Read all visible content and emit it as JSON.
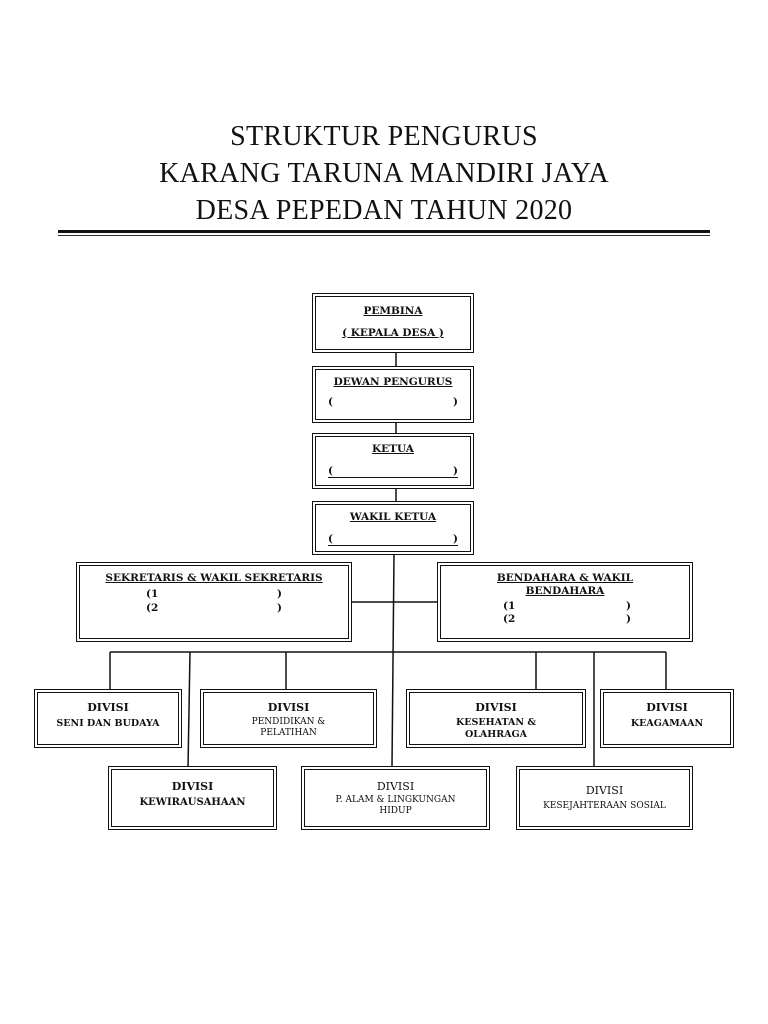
{
  "title": {
    "line1": "STRUKTUR PENGURUS",
    "line2": "KARANG TARUNA MANDIRI JAYA",
    "line3": "DESA PEPEDAN TAHUN 2020"
  },
  "nodes": {
    "pembina": {
      "label": "PEMBINA",
      "sub": "( KEPALA DESA )"
    },
    "dewan": {
      "label": "DEWAN PENGURUS",
      "open": "(",
      "close": ")"
    },
    "ketua": {
      "label": "KETUA",
      "open": "(",
      "close": ")"
    },
    "wakil_ketua": {
      "label": "WAKIL KETUA",
      "open": "(",
      "close": ")"
    },
    "sekretaris": {
      "label": "SEKRETARIS & WAKIL SEKRETARIS",
      "r1_open": "(1",
      "r1_close": ")",
      "r2_open": "(2",
      "r2_close": ")"
    },
    "bendahara": {
      "label1": "BENDAHARA & WAKIL",
      "label2": "BENDAHARA",
      "r1_open": "(1",
      "r1_close": ")",
      "r2_open": "(2",
      "r2_close": ")"
    },
    "div_seni": {
      "head": "DIVISI",
      "name": "SENI DAN BUDAYA"
    },
    "div_pendidikan": {
      "head": "DIVISI",
      "name1": "PENDIDIKAN &",
      "name2": "PELATIHAN"
    },
    "div_kesehatan": {
      "head": "DIVISI",
      "name1": "KESEHATAN &",
      "name2": "OLAHRAGA"
    },
    "div_keagamaan": {
      "head": "DIVISI",
      "name": "KEAGAMAAN"
    },
    "div_kewirausahaan": {
      "head": "DIVISI",
      "name": "KEWIRAUSAHAAN"
    },
    "div_alam": {
      "head": "DIVISI",
      "name1": "P. ALAM & LINGKUNGAN",
      "name2": "HIDUP"
    },
    "div_sosial": {
      "head": "DIVISI",
      "name": "KESEJAHTERAAN SOSIAL"
    }
  }
}
